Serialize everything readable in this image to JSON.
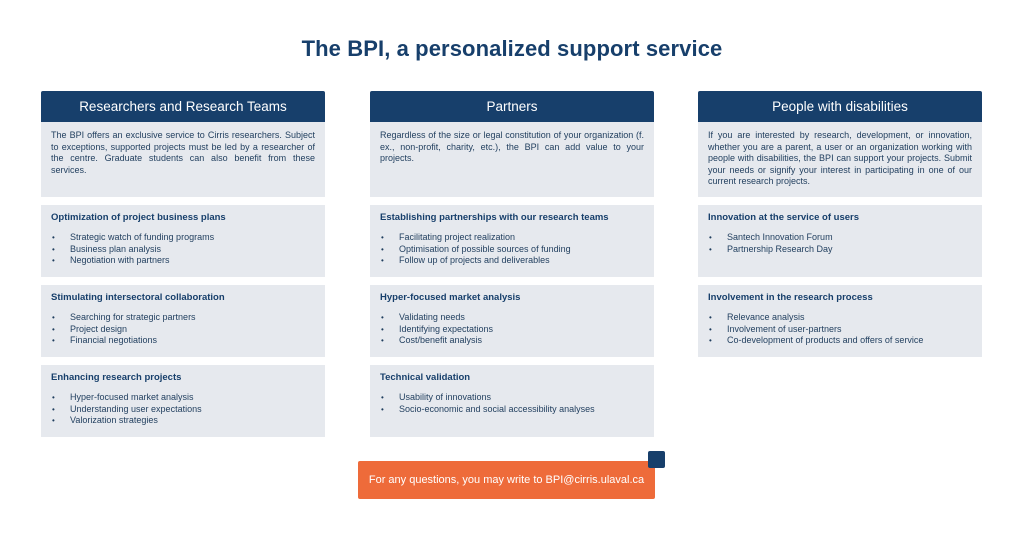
{
  "title": "The BPI, a personalized support service",
  "columns": [
    {
      "header": "Researchers and Research Teams",
      "intro": "The BPI offers an exclusive service to Cirris researchers. Subject to exceptions, supported projects must be led by a researcher of the centre. Graduate students can also benefit from these services.",
      "cards": [
        {
          "title": "Optimization of project business plans",
          "items": [
            "Strategic watch of funding programs",
            "Business plan analysis",
            "Negotiation with partners"
          ]
        },
        {
          "title": "Stimulating intersectoral collaboration",
          "items": [
            "Searching for strategic partners",
            "Project design",
            "Financial negotiations"
          ]
        },
        {
          "title": "Enhancing research projects",
          "items": [
            "Hyper-focused market analysis",
            "Understanding user expectations",
            "Valorization strategies"
          ]
        }
      ]
    },
    {
      "header": "Partners",
      "intro": "Regardless of the size or legal constitution of your organization (f. ex., non-profit, charity, etc.), the BPI can add value to your projects.",
      "cards": [
        {
          "title": "Establishing partnerships with our research teams",
          "items": [
            "Facilitating project realization",
            "Optimisation of possible sources of funding",
            "Follow up of projects and deliverables"
          ]
        },
        {
          "title": "Hyper-focused market analysis",
          "items": [
            "Validating needs",
            "Identifying expectations",
            "Cost/benefit analysis"
          ]
        },
        {
          "title": "Technical validation",
          "items": [
            "Usability of innovations",
            "Socio-economic and social accessibility analyses"
          ]
        }
      ]
    },
    {
      "header": "People with disabilities",
      "intro": "If you are interested by research, development, or innovation, whether you are a parent, a user or an organization working with people with disabilities, the BPI can support your projects. Submit your needs or signify your interest in participating in one of our current research projects.",
      "cards": [
        {
          "title": "Innovation at the service of users",
          "items": [
            "Santech Innovation Forum",
            "Partnership Research Day"
          ]
        },
        {
          "title": "Involvement in the research process",
          "items": [
            "Relevance analysis",
            "Involvement of user-partners",
            "Co-development of products and offers of service"
          ]
        }
      ]
    }
  ],
  "contact_text": "For any questions, you may write to BPI@cirris.ulaval.ca",
  "colors": {
    "navy": "#173f6b",
    "card_bg": "#e6e9ee",
    "accent": "#ee6b3a"
  }
}
